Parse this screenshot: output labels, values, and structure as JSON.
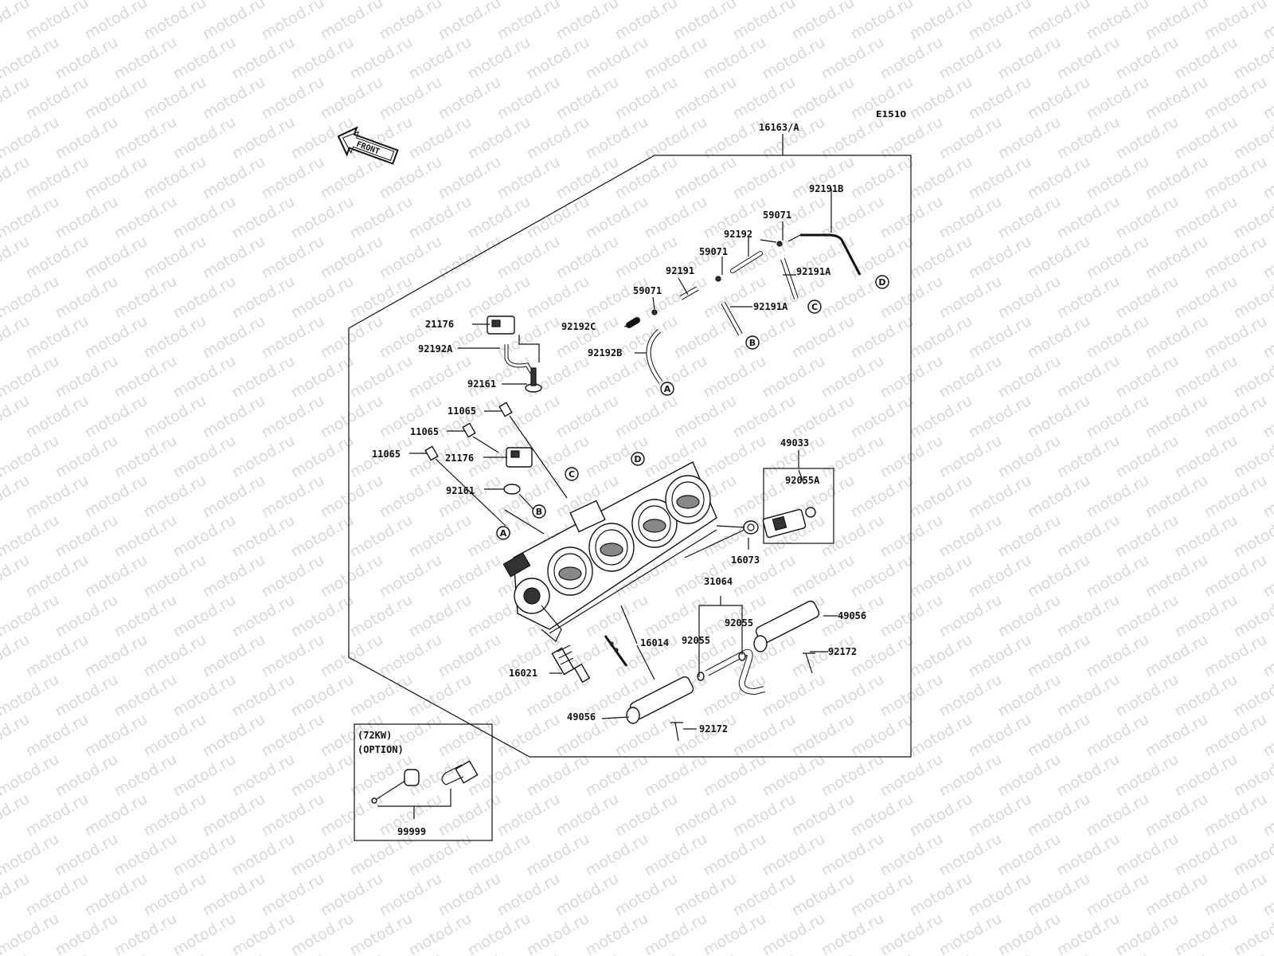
{
  "diagram": {
    "code": "E1510",
    "watermark": "motod.ru",
    "front_marker": "FRONT",
    "option_box": {
      "line1": "(72KW)",
      "line2": "(OPTION)",
      "part": "99999"
    },
    "parts": {
      "p16163A": "16163/A",
      "p92191B": "92191B",
      "p59071a": "59071",
      "p92192": "92192",
      "p59071b": "59071",
      "p92191Aa": "92191A",
      "p92191": "92191",
      "p59071c": "59071",
      "p92191Ab": "92191A",
      "p21176a": "21176",
      "p92192C": "92192C",
      "p92192A": "92192A",
      "p92192B": "92192B",
      "p92161a": "92161",
      "p11065a": "11065",
      "p11065b": "11065",
      "p11065c": "11065",
      "p21176b": "21176",
      "p92161b": "92161",
      "p49033": "49033",
      "p92055A": "92055A",
      "p16073": "16073",
      "p31064": "31064",
      "p92055a": "92055",
      "p92055b": "92055",
      "p49056a": "49056",
      "p92172a": "92172",
      "p16014": "16014",
      "p16021": "16021",
      "p49056b": "49056",
      "p92172b": "92172"
    },
    "connectors": {
      "A1": "A",
      "B1": "B",
      "C1": "C",
      "D1": "D",
      "A2": "A",
      "B2": "B",
      "C2": "C",
      "D2": "D"
    }
  }
}
